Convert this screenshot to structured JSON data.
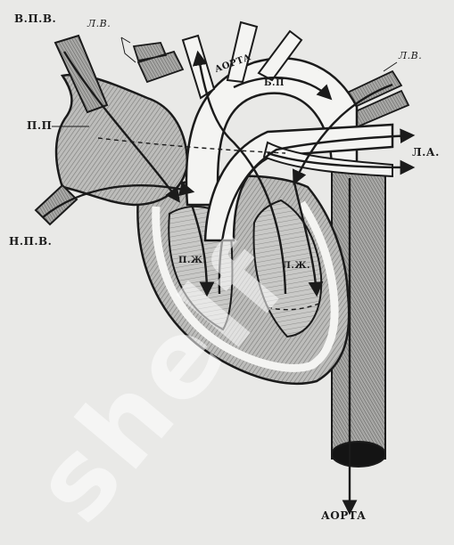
{
  "labels": {
    "v_p_v": "В.П.В.",
    "l_v_left": "Л.В.",
    "aorta_top": "АОРТА",
    "l_v_right": "Л.В.",
    "b_p": "Б.П",
    "p_p": "П.П",
    "l_a": "Л.А.",
    "n_p_v": "Н.П.В.",
    "p_zh": "П.Ж.",
    "l_zh": "Л.Ж.",
    "aorta_bottom": "АОРТА"
  },
  "watermark": "shelf",
  "colors": {
    "background": "#e9e9e7",
    "ink": "#1b1b1b",
    "vessel_fill": "#f4f4f2",
    "shade": "#9a9a98",
    "dark_shade": "#6e6e6c"
  }
}
